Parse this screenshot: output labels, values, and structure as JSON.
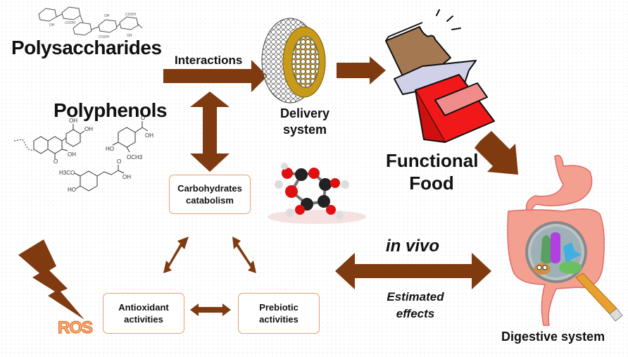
{
  "colors": {
    "arrow": "#7f3a10",
    "box_border": "#e8a070",
    "ros_fill": "#f7b27a",
    "ros_stroke": "#e8702a",
    "text": "#111111"
  },
  "labels": {
    "polysaccharides": "Polysaccharides",
    "polyphenols": "Polyphenols",
    "interactions": "Interactions",
    "delivery_line1": "Delivery",
    "delivery_line2": "system",
    "functional_line1": "Functional",
    "functional_line2": "Food",
    "in_vivo": "in vivo",
    "estimated_line1": "Estimated",
    "estimated_line2": "effects",
    "digestive_system": "Digestive system",
    "ros": "ROS"
  },
  "boxes": {
    "carbohydrates": {
      "line1": "Carbohydrates",
      "line2": "catabolism"
    },
    "antioxidant": {
      "line1": "Antioxidant",
      "line2": "activities"
    },
    "prebiotic": {
      "line1": "Prebiotic",
      "line2": "activities"
    }
  },
  "chemistry": {
    "polysaccharide_groups": [
      "OH",
      "COOH",
      "OH",
      "COOH",
      "OH",
      "COOH",
      "OH"
    ],
    "vanillic_acid": [
      "OH",
      "HO",
      "OCH3"
    ],
    "ferulic_acid": [
      "H3CO",
      "HO",
      "OH"
    ],
    "quercetin": [
      "OH",
      "OH",
      "OH"
    ]
  }
}
